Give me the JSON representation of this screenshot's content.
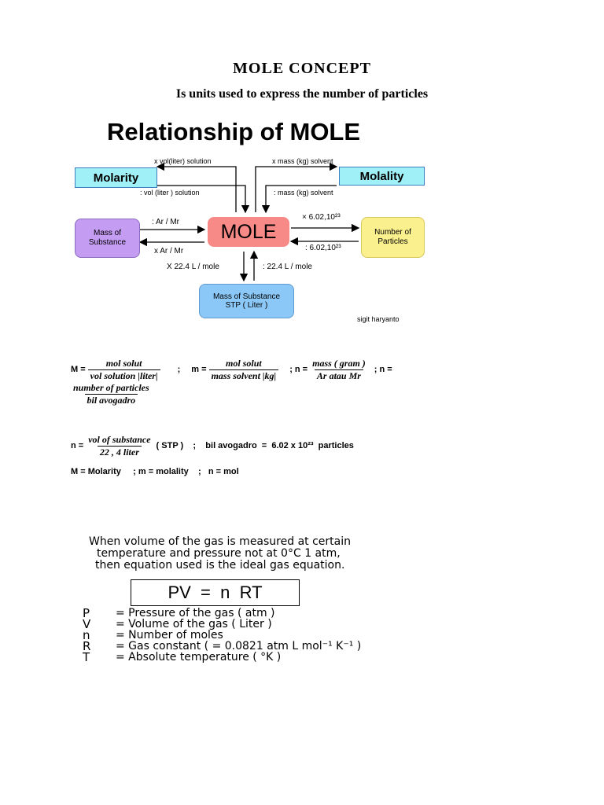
{
  "header": {
    "title": "MOLE  CONCEPT",
    "subtitle": "Is units used to express the number of particles"
  },
  "diagram": {
    "title": "Relationship of MOLE",
    "center": "MOLE",
    "molarity": "Molarity",
    "molality": "Molality",
    "mass": "Mass of Substance",
    "particles": "Number of Particles",
    "stp": "Mass of Substance STP ( Liter )",
    "label_vol_mul": "x vol(liter)  solution",
    "label_vol_div": ":  vol  (liter )  solution",
    "label_mass_mul": "x    mass  (kg)    solvent",
    "label_mass_div": ":   mass  (kg)  solvent",
    "label_ar_div": ": Ar / Mr",
    "label_ar_mul": "x Ar / Mr",
    "label_avo_mul": "×  6.02,10²³",
    "label_avo_div": ":   6.02,10²³",
    "label_stp_mul": "X  22.4 L / mole",
    "label_stp_div": ": 22.4 L / mole",
    "author": "sigit haryanto"
  },
  "formulas": {
    "M_lhs": "M =",
    "M_num": "mol solut",
    "M_den": "vol solution |liter|",
    "sep1": ";",
    "m_lhs": "m =",
    "m_num": "mol solut",
    "m_den": "mass solvent |kg|",
    "sep2": "; n =",
    "n1_num": "mass ( gram )",
    "n1_den": "Ar atau Mr",
    "sep3": "; n =",
    "n2_num": "number of  particles",
    "n2_den": "bil avogadro",
    "n3_lhs": "n =",
    "n3_num": "vol of substance",
    "n3_den": "22 , 4 liter",
    "n3_rest": "( STP )    ;    bil avogadro  =  6.02 x 10²³  particles",
    "defs": "M = Molarity     ; m = molality    ;   n = mol"
  },
  "gas": {
    "line1": "When volume of the gas is measured at certain",
    "line2": "temperature and pressure not at 0°C 1 atm,",
    "line3": "then equation used is the ideal gas equation.",
    "equation": "PV  =  n  RT",
    "legend": [
      {
        "sym": "P",
        "text": "= Pressure of the gas ( atm )"
      },
      {
        "sym": "V",
        "text": "= Volume of the gas ( Liter )"
      },
      {
        "sym": "n",
        "text": "= Number of moles"
      },
      {
        "sym": "R",
        "text": "= Gas constant  ( = 0.0821 atm L mol⁻¹ K⁻¹ )"
      },
      {
        "sym": "T",
        "text": "= Absolute temperature  ( °K )"
      }
    ]
  },
  "colors": {
    "molarity_bg": "#9ff0f7",
    "mole_bg": "#f78a87",
    "mass_bg": "#c49cf2",
    "particles_bg": "#fbf08e",
    "stp_bg": "#8cc8f7"
  }
}
